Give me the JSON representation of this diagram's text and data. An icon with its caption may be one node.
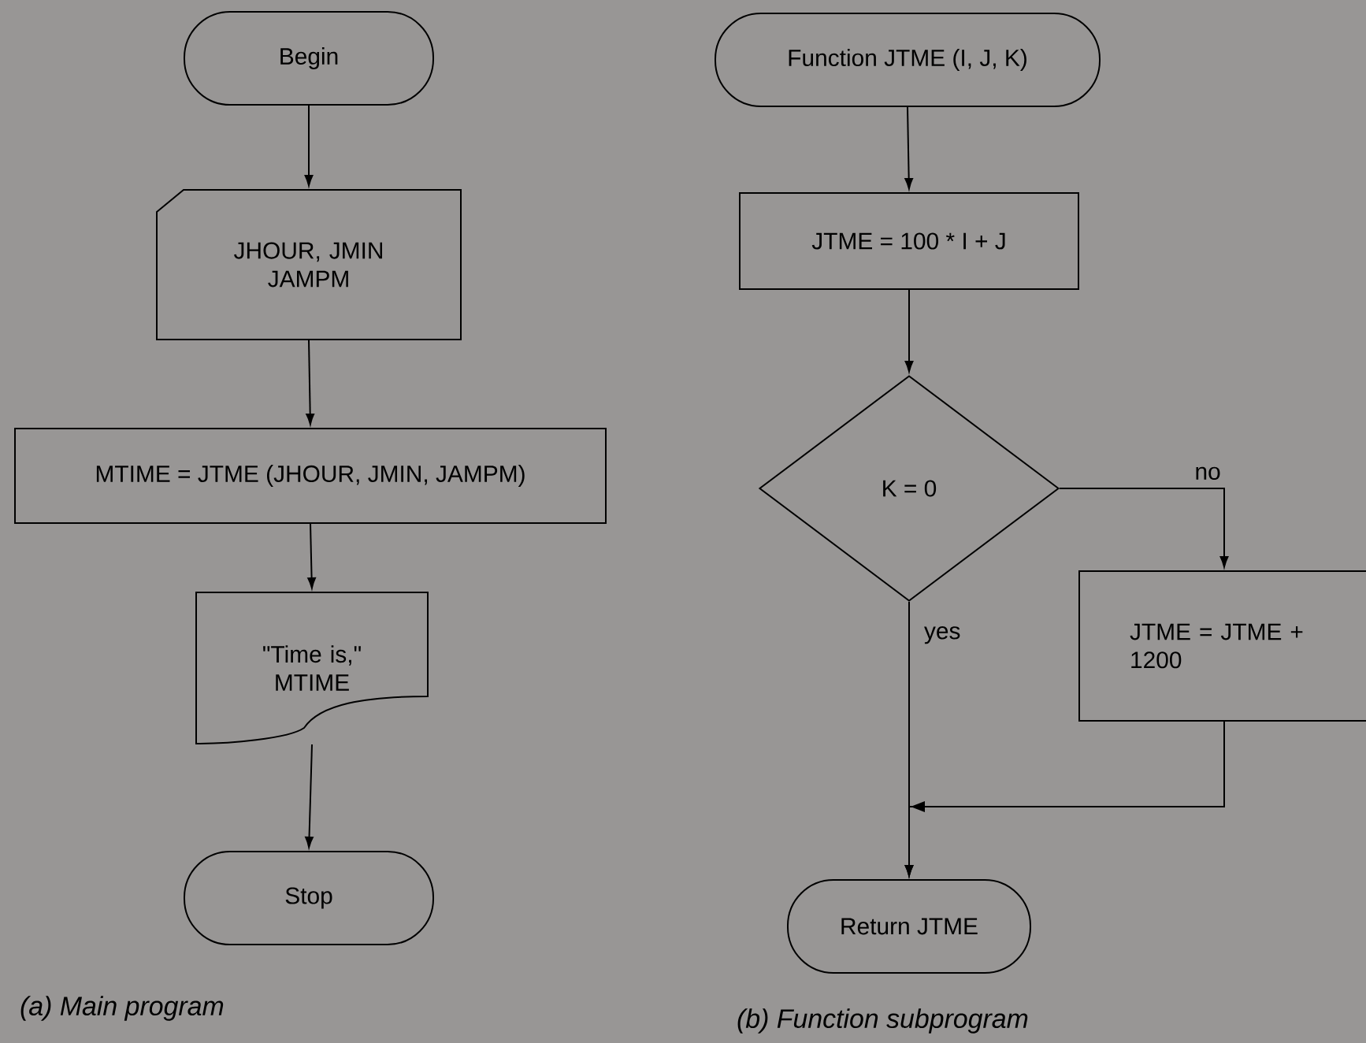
{
  "diagram": {
    "nodes": [
      {
        "text": [
          "Begin"
        ]
      },
      {
        "text": [
          "JHOUR, JMIN JAMPM"
        ]
      },
      {
        "text": [
          "MTIME = JTME (JHOUR, JMIN, JAMPM)"
        ]
      },
      {
        "text": [
          "\"Time is,\" MTIME"
        ]
      },
      {
        "text": [
          "Stop"
        ]
      },
      {
        "text": [
          "Function JTME (I, J, K)"
        ]
      },
      {
        "text": [
          "JTME = 100 * I + J"
        ]
      },
      {
        "text": [
          "K = 0"
        ]
      },
      {
        "text": [
          "JTME = JTME + 1200"
        ]
      },
      {
        "text": [
          "Return JTME"
        ]
      }
    ],
    "edges": [
      {
        "from": 0,
        "to": 1,
        "arrow": "to"
      },
      {
        "from": 1,
        "to": 2,
        "arrow": "to"
      },
      {
        "from": 2,
        "to": 3,
        "arrow": "to"
      },
      {
        "from": 3,
        "to": 4,
        "arrow": "to"
      },
      {
        "from": 5,
        "to": 6,
        "arrow": "to"
      },
      {
        "from": 6,
        "to": 7,
        "arrow": "to"
      },
      {
        "from": 7,
        "to": 8,
        "arrow": "to",
        "label": "no"
      },
      {
        "from": 7,
        "to": 9,
        "arrow": "to",
        "label": "yes"
      },
      {
        "from": 8,
        "to": 9,
        "arrow": "to"
      }
    ],
    "labels": [
      "(a) Main program",
      "(b) Function subprogram"
    ]
  }
}
